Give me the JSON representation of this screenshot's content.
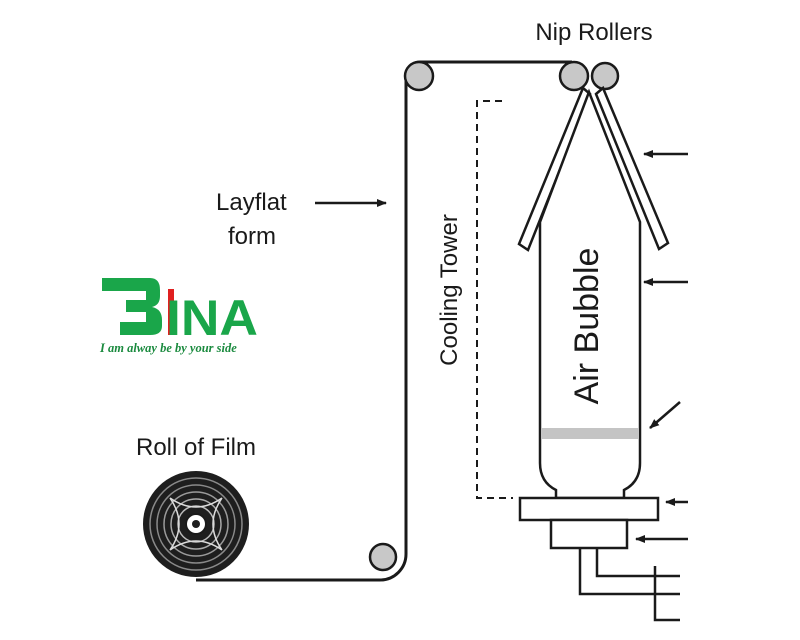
{
  "labels": {
    "nip_rollers": "Nip Rollers",
    "layflat_line1": "Layflat",
    "layflat_line2": "form",
    "cooling_tower": "Cooling Tower",
    "air_bubble": "Air Bubble",
    "roll_of_film": "Roll of Film"
  },
  "logo": {
    "letters": "INA",
    "tagline": "I am alway be by your side",
    "icon": "bina-logo",
    "colors": {
      "green": "#1aa64a",
      "red": "#e02020",
      "tagline": "#1a8a3e"
    }
  },
  "colors": {
    "line": "#1a1a1a",
    "roller_fill": "#c8c8c8",
    "frost_band": "#c4c4c4"
  }
}
